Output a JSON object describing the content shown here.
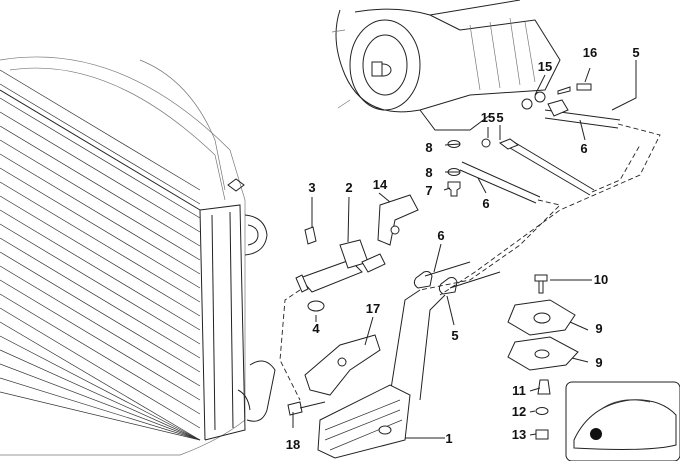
{
  "diagram": {
    "callouts": [
      {
        "id": "c1",
        "text": "1"
      },
      {
        "id": "c2",
        "text": "2"
      },
      {
        "id": "c3",
        "text": "3"
      },
      {
        "id": "c4",
        "text": "4"
      },
      {
        "id": "c5a",
        "text": "5"
      },
      {
        "id": "c5b",
        "text": "5"
      },
      {
        "id": "c5c",
        "text": "5"
      },
      {
        "id": "c6a",
        "text": "6"
      },
      {
        "id": "c6b",
        "text": "6"
      },
      {
        "id": "c6c",
        "text": "6"
      },
      {
        "id": "c7",
        "text": "7"
      },
      {
        "id": "c8a",
        "text": "8"
      },
      {
        "id": "c8b",
        "text": "8"
      },
      {
        "id": "c9a",
        "text": "9"
      },
      {
        "id": "c9b",
        "text": "9"
      },
      {
        "id": "c10",
        "text": "10"
      },
      {
        "id": "c11",
        "text": "11"
      },
      {
        "id": "c12",
        "text": "12"
      },
      {
        "id": "c13",
        "text": "13"
      },
      {
        "id": "c14",
        "text": "14"
      },
      {
        "id": "c15a",
        "text": "15"
      },
      {
        "id": "c15b",
        "text": "15"
      },
      {
        "id": "c16",
        "text": "16"
      },
      {
        "id": "c17",
        "text": "17"
      },
      {
        "id": "c18",
        "text": "18"
      }
    ]
  }
}
